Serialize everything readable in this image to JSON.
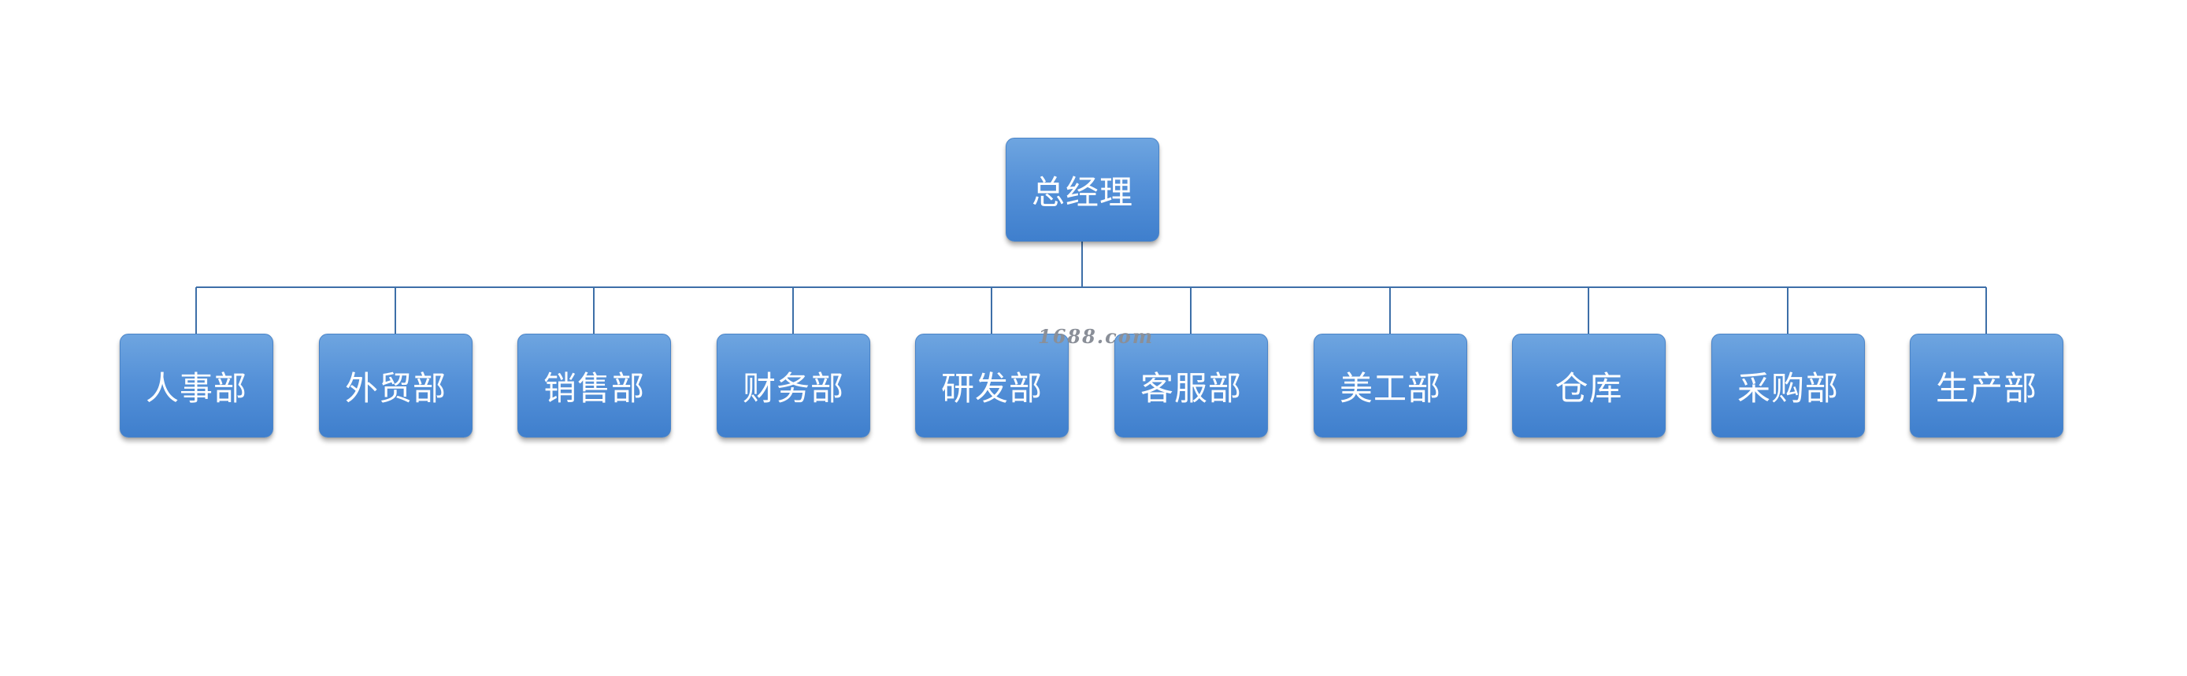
{
  "diagram": {
    "type": "org-chart",
    "root": {
      "label": "总经理"
    },
    "children": [
      {
        "label": "人事部"
      },
      {
        "label": "外贸部"
      },
      {
        "label": "销售部"
      },
      {
        "label": "财务部"
      },
      {
        "label": "研发部"
      },
      {
        "label": "客服部"
      },
      {
        "label": "美工部"
      },
      {
        "label": "仓库"
      },
      {
        "label": "采购部"
      },
      {
        "label": "生产部"
      }
    ],
    "colors": {
      "node_fill": "#5591d8",
      "connector": "#3d6fa8",
      "text": "#ffffff"
    }
  },
  "watermark": "1688.com"
}
